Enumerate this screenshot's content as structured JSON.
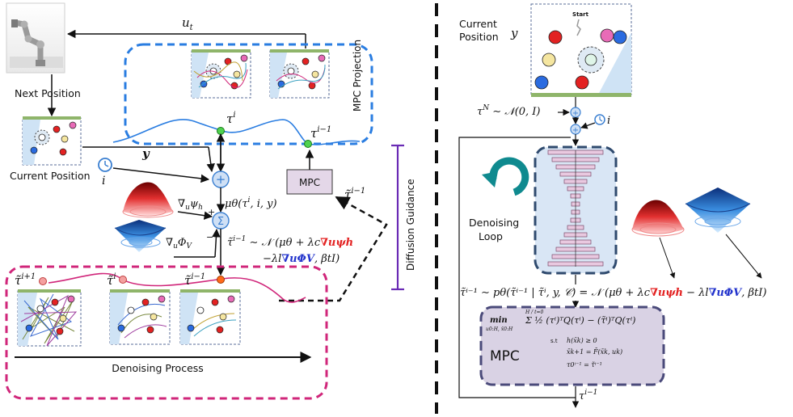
{
  "left": {
    "u_t": "u",
    "u_t_sub": "t",
    "next_position": "Next Position",
    "current_position": "Current Position",
    "y_label": "y",
    "i_label": "i",
    "tau_i": "τ",
    "tau_i_sup": "i",
    "tau_i_minus_1": "τ",
    "tau_i_minus_1_sup": "i−1",
    "mpc_projection": "MPC Projection",
    "mpc_button": "MPC",
    "tilde_tau_i_minus_1": "τ̃",
    "tilde_tau_i_minus_1_sup": "i−1",
    "diffusion_guidance": "Diffusion Guidance",
    "grad_psi": "∇",
    "grad_psi_sub": "u",
    "grad_psi_rest": "ψ",
    "grad_psi_rest_sub": "h",
    "grad_phi": "∇",
    "grad_phi_sub": "u",
    "grad_phi_rest": "Φ",
    "grad_phi_rest_sub": "V",
    "mu_theta": "μθ(τ",
    "mu_theta_sup": "i",
    "mu_theta_rest": ", i, y)",
    "sum_symbol": "Σ",
    "plus_symbol": "+",
    "minus_symbol": "−",
    "formula_line1_a": "τ̃",
    "formula_line1_sup": "i−1",
    "formula_line1_b": " ∼ 𝒩 (μθ + λc",
    "formula_red": "∇uψh",
    "formula_line2_a": "−λl",
    "formula_blue": "∇uΦV",
    "formula_line2_b": ", βtI)",
    "tilde_tau_i_plus_1": "τ̃",
    "tilde_tau_i_plus_1_sup": "i+1",
    "tilde_tau_i": "τ̃",
    "tilde_tau_i_sup": "i",
    "tilde_tau_i_m1_b": "τ̃",
    "tilde_tau_i_m1_b_sup": "i−1",
    "denoising_process": "Denoising Process"
  },
  "right": {
    "current_position_line1": "Current",
    "current_position_line2": "Position",
    "y_label": "y",
    "start_label": "Start",
    "tau_N": "τ",
    "tau_N_sup": "N",
    "tau_N_rest": " ∼ 𝒩(0, I)",
    "i_label": "i",
    "denoising_line1": "Denoising",
    "denoising_line2": "Loop",
    "main_formula": "τ̃ⁱ⁻¹ ∼ pθ(τ̃ⁱ⁻¹ | τ̃ⁱ, y, 𝒞) = 𝒩 (μθ + λc",
    "main_formula_red": "∇uψh",
    "main_formula_mid": " − λl",
    "main_formula_blue": "∇uΦV",
    "main_formula_end": ", βtI)",
    "mpc_title": "MPC",
    "mpc_min": "min",
    "mpc_min_sub": "u0:H, x̄0:H",
    "mpc_objective": "Σ ½ (τⁱ)ᵀQ(τⁱ) − (τ̃ⁱ)ᵀQ(τⁱ)",
    "mpc_sum_limits": "H / t=0",
    "mpc_st": "s.t",
    "mpc_c1": "h(x̄k) ≥ 0",
    "mpc_c2": "x̄k+1 = F̄(x̄k, uk)",
    "mpc_c3": "τ0ⁱ⁻¹ = τ̃ⁱ⁻¹",
    "tau_out": "τ",
    "tau_out_sup": "i−1"
  },
  "colors": {
    "blue_dash": "#2a7de1",
    "magenta_dash": "#d0267a",
    "purple_bar": "#6a2bb5",
    "mpc_fill": "#e4d7e8",
    "mpc_box_fill": "#d9d2e4",
    "mpc_box_border": "#4a4a7a",
    "denoise_fill": "#d9e6f5",
    "denoise_border": "#2f4a6e",
    "green_bar": "#8fb56a",
    "red": "#e32222",
    "blue": "#2233cc",
    "teal_arrow": "#0f8a8f",
    "node_green": "#4fd24f",
    "node_orange": "#ff6a1a",
    "circle_blue": "#8db8e8"
  },
  "icons": [
    "robot-arm-image",
    "clock-icon",
    "circular-arrow-icon",
    "red-energy-surface",
    "blue-energy-surface"
  ]
}
